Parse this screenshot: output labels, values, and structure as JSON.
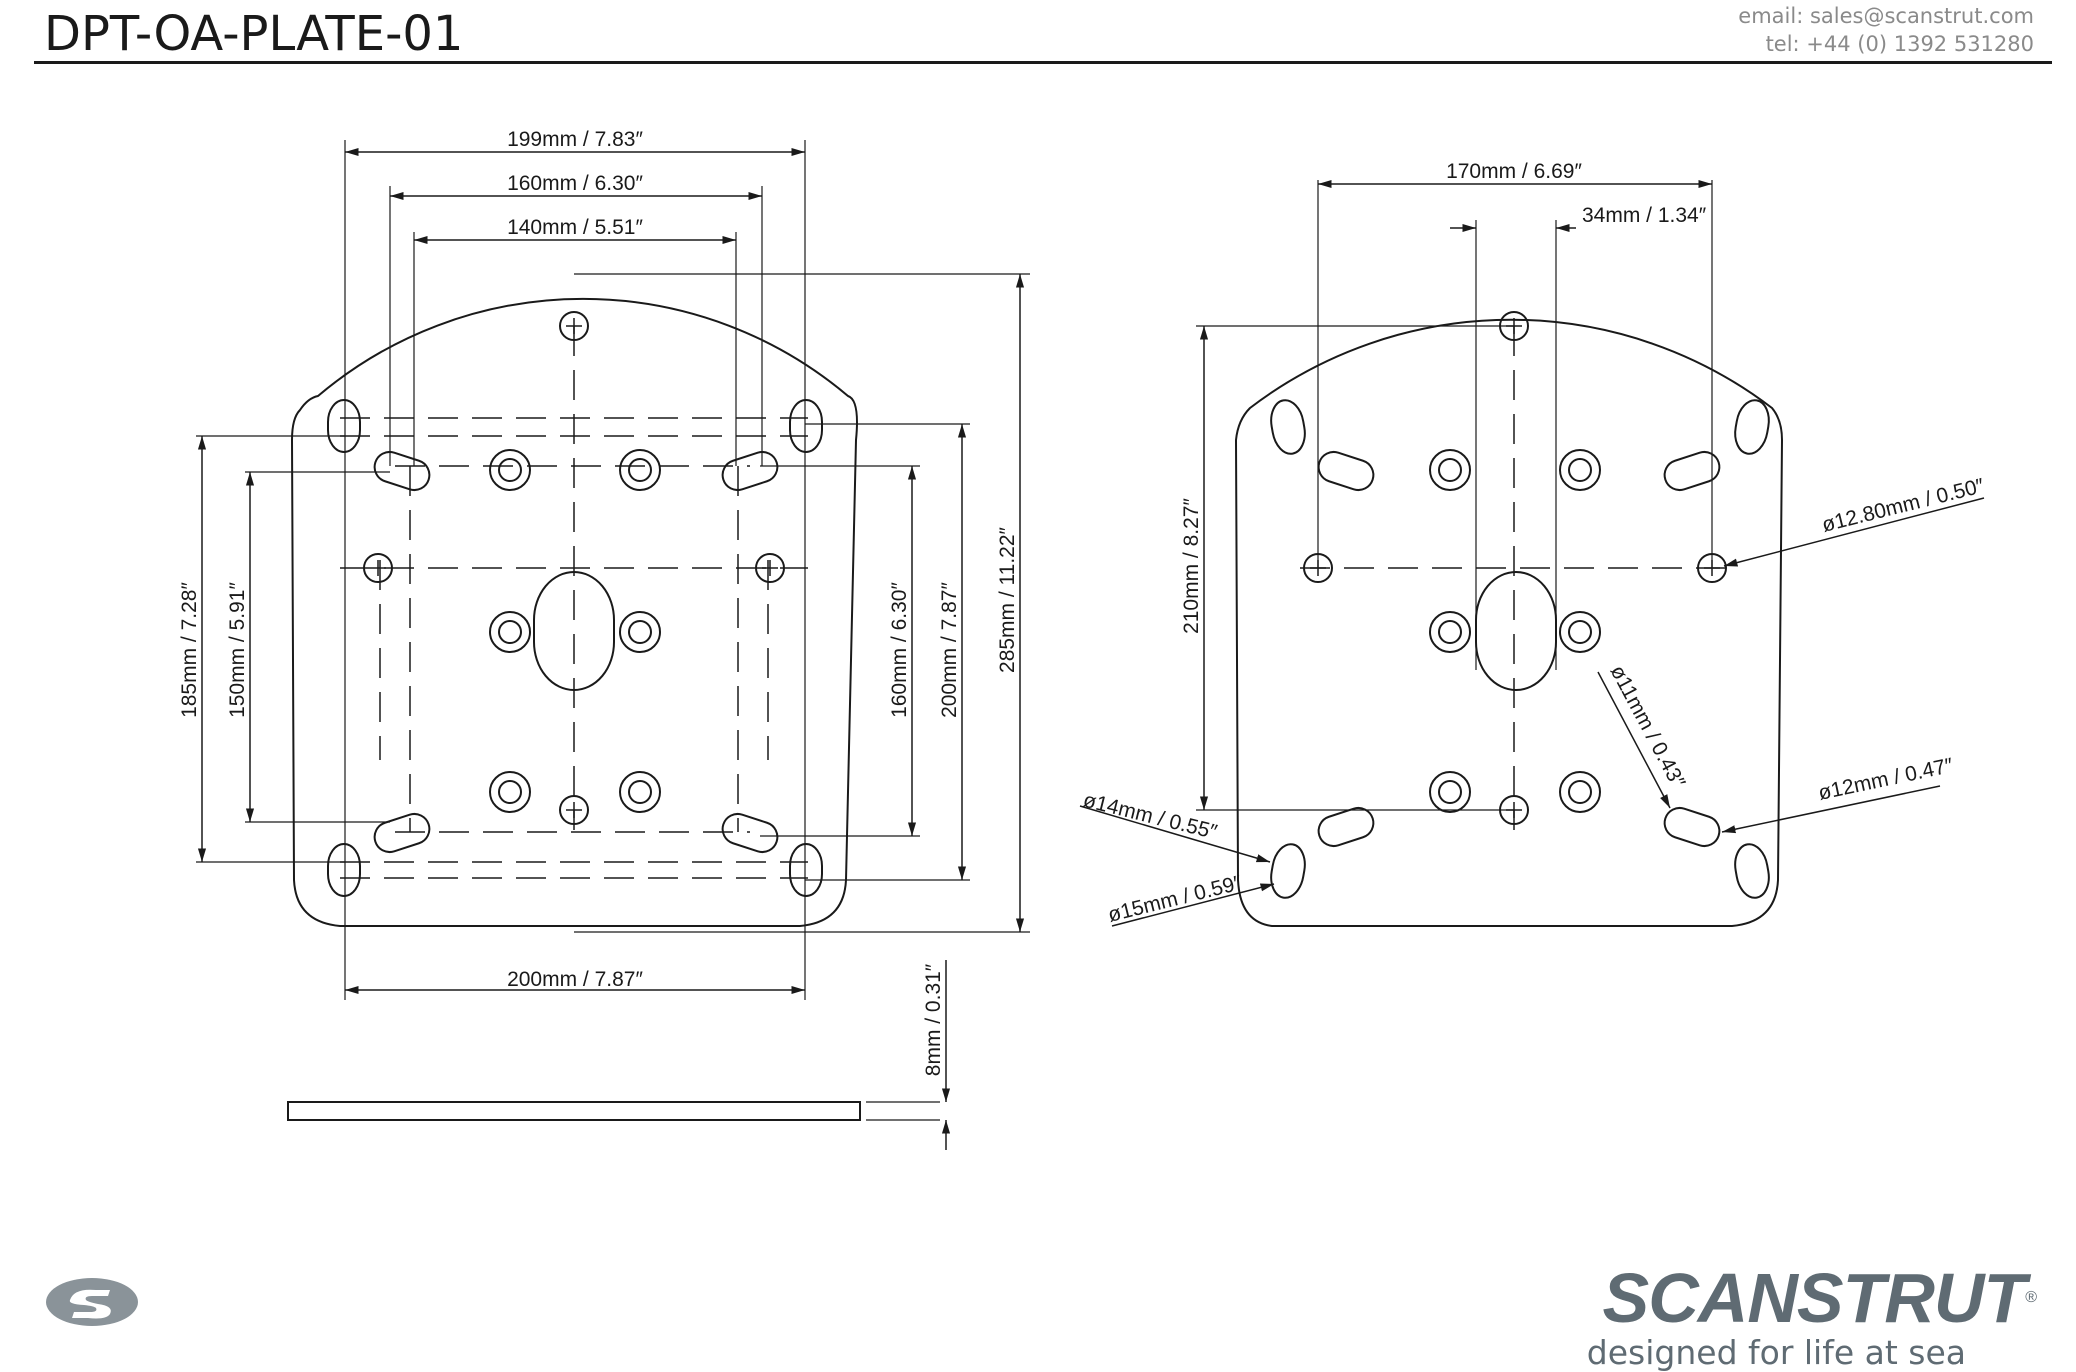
{
  "header": {
    "title": "DPT-OA-PLATE-01",
    "email": "email: sales@scanstrut.com",
    "tel": "tel:  +44 (0) 1392 531280"
  },
  "left_view": {
    "dim_199": "199mm / 7.83″",
    "dim_160_top": "160mm / 6.30″",
    "dim_140": "140mm / 5.51″",
    "dim_200_bottom": "200mm / 7.87″",
    "dim_185": "185mm / 7.28″",
    "dim_150": "150mm / 5.91″",
    "dim_160_right": "160mm / 6.30″",
    "dim_200_right": "200mm / 7.87″",
    "dim_285": "285mm / 11.22″"
  },
  "side_view": {
    "dim_8": "8mm / 0.31″"
  },
  "right_view": {
    "dim_170": "170mm / 6.69″",
    "dim_34": "34mm / 1.34″",
    "dim_210": "210mm / 8.27″",
    "dia_12_80": "ø12.80mm / 0.50″",
    "dia_11": "ø11mm / 0.43″",
    "dia_12": "ø12mm / 0.47″",
    "dia_14": "ø14mm / 0.55″",
    "dia_15": "ø15mm / 0.59″"
  },
  "brand": {
    "name": "SCANSTRUT",
    "tagline": "designed for life at sea",
    "registered": "®"
  },
  "colors": {
    "line": "#1a1a1a",
    "brand_grey": "#5f6b73",
    "contact_grey": "#8a8a8a"
  }
}
